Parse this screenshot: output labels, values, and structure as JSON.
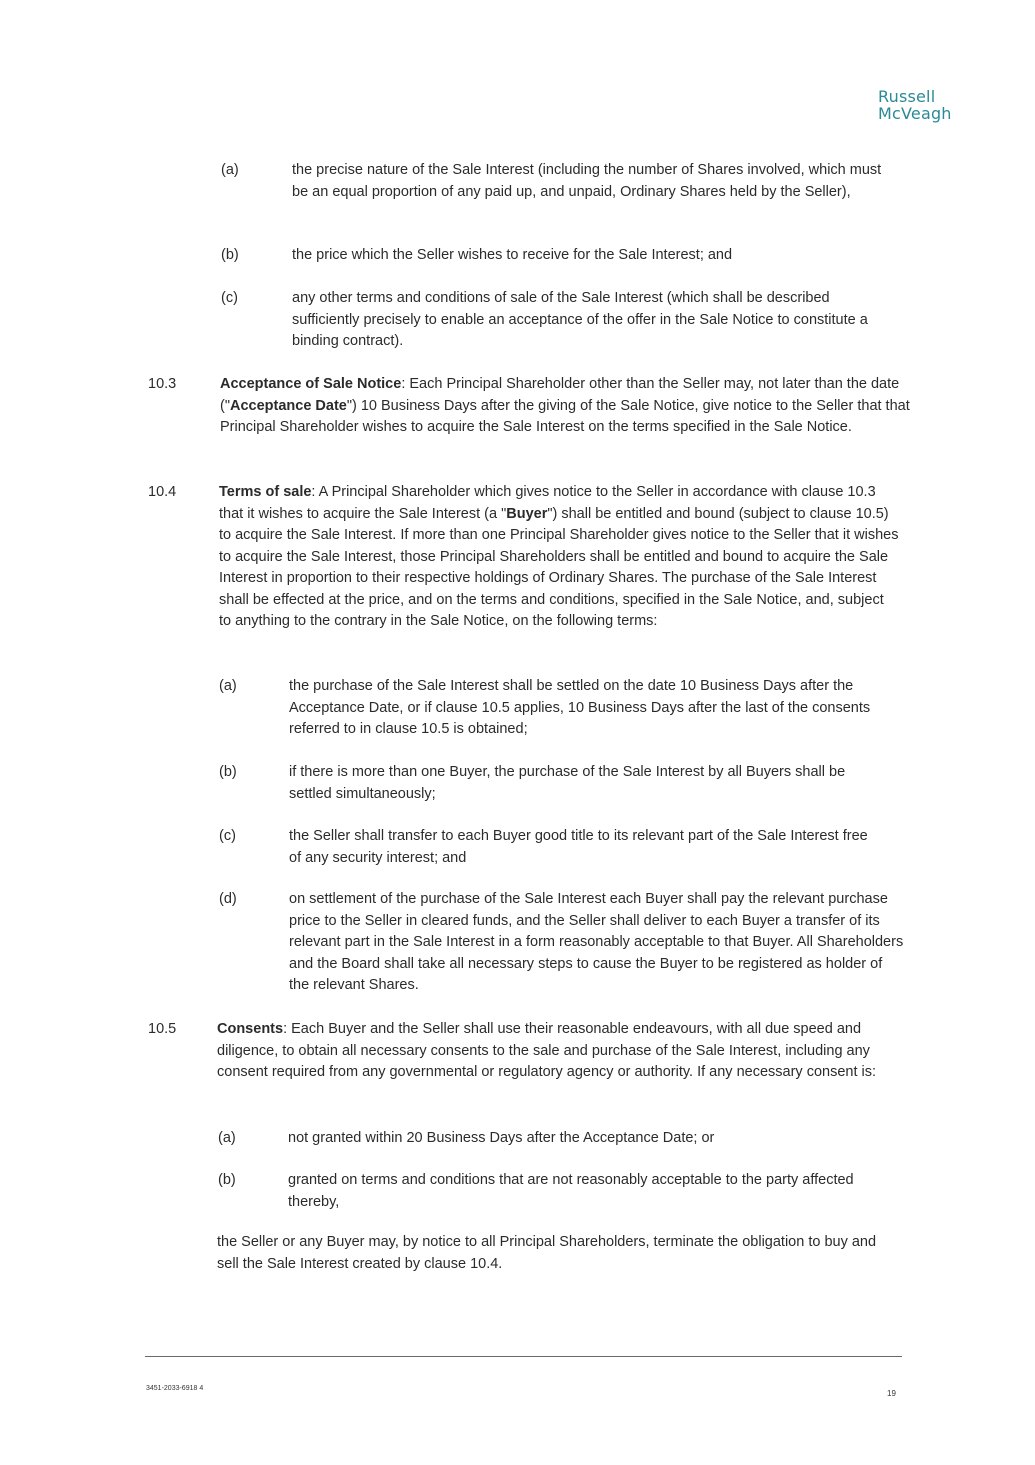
{
  "logo": {
    "line1": "Russell",
    "line2": "McVeagh"
  },
  "intro_items": [
    {
      "label": "(a)",
      "text": "the precise nature of the Sale Interest (including the number of Shares involved, which must be an equal proportion of any paid up, and unpaid, Ordinary Shares held by the Seller),",
      "text_before": "",
      "bold": ""
    },
    {
      "label": "(b)",
      "text": "the price which the Seller wishes to receive for the Sale Interest; and"
    },
    {
      "label": "(c)",
      "text": "any other terms and conditions of sale of the Sale Interest (which shall be described sufficiently precisely to enable an acceptance of the offer in the Sale Notice to constitute a binding contract)."
    }
  ],
  "clause_10_3": {
    "number": "10.3",
    "heading": "Acceptance of Sale Notice",
    "text_1": ": Each Principal Shareholder other than the Seller may, not later than the date (\"",
    "bold_term": "Acceptance Date",
    "text_2": "\") 10 Business Days after the giving of the Sale Notice, give notice to the Seller that that Principal Shareholder wishes to acquire the Sale Interest on the terms specified in the Sale Notice."
  },
  "clause_10_4": {
    "number": "10.4",
    "heading": "Terms of sale",
    "text_1": ": A Principal Shareholder which gives notice to the Seller in accordance with clause 10.3 that it wishes to acquire the Sale Interest (a \"",
    "bold_term": "Buyer",
    "text_2": "\") shall be entitled and bound (subject to clause 10.5) to acquire the Sale Interest. If more than one Principal Shareholder gives notice to the Seller that it wishes to acquire the Sale Interest, those Principal Shareholders shall be entitled and bound to acquire the Sale Interest in proportion to their respective holdings of Ordinary Shares. The purchase of the Sale Interest shall be effected at the price, and on the terms and conditions, specified in the Sale Notice, and, subject to anything to the contrary in the Sale Notice, on the following terms:",
    "items": [
      {
        "label": "(a)",
        "text": "the purchase of the Sale Interest shall be settled on the date 10 Business Days after the Acceptance Date, or if clause 10.5 applies, 10 Business Days after the last of the consents referred to in clause 10.5 is obtained;"
      },
      {
        "label": "(b)",
        "text": "if there is more than one Buyer, the purchase of the Sale Interest by all Buyers shall be settled simultaneously;"
      },
      {
        "label": "(c)",
        "text": "the Seller shall transfer to each Buyer good title to its relevant part of the Sale Interest free of any security interest; and"
      },
      {
        "label": "(d)",
        "text": "on settlement of the purchase of the Sale Interest each Buyer shall pay the relevant purchase price to the Seller in cleared funds, and the Seller shall deliver to each Buyer a transfer of its relevant part in the Sale Interest in a form reasonably acceptable to that Buyer. All Shareholders and the Board shall take all necessary steps to cause the Buyer to be registered as holder of the relevant Shares."
      }
    ]
  },
  "clause_10_5": {
    "number": "10.5",
    "heading": "Consents",
    "text_1": ": Each Buyer and the Seller shall use their reasonable endeavours, with all due speed and diligence, to obtain all necessary consents to the sale and purchase of the Sale Interest, including any consent required from any governmental or regulatory agency or authority. If any necessary consent is:",
    "items": [
      {
        "label": "(a)",
        "text": "not granted within 20 Business Days after the Acceptance Date; or"
      },
      {
        "label": "(b)",
        "text": "granted on terms and conditions that are not reasonably acceptable to the party affected thereby,"
      }
    ],
    "closing": "the Seller or any Buyer may, by notice to all Principal Shareholders, terminate the obligation to buy and sell the Sale Interest created by clause 10.4."
  },
  "footer": {
    "reference": "3451-2033-6918 4",
    "page_number": "19"
  }
}
